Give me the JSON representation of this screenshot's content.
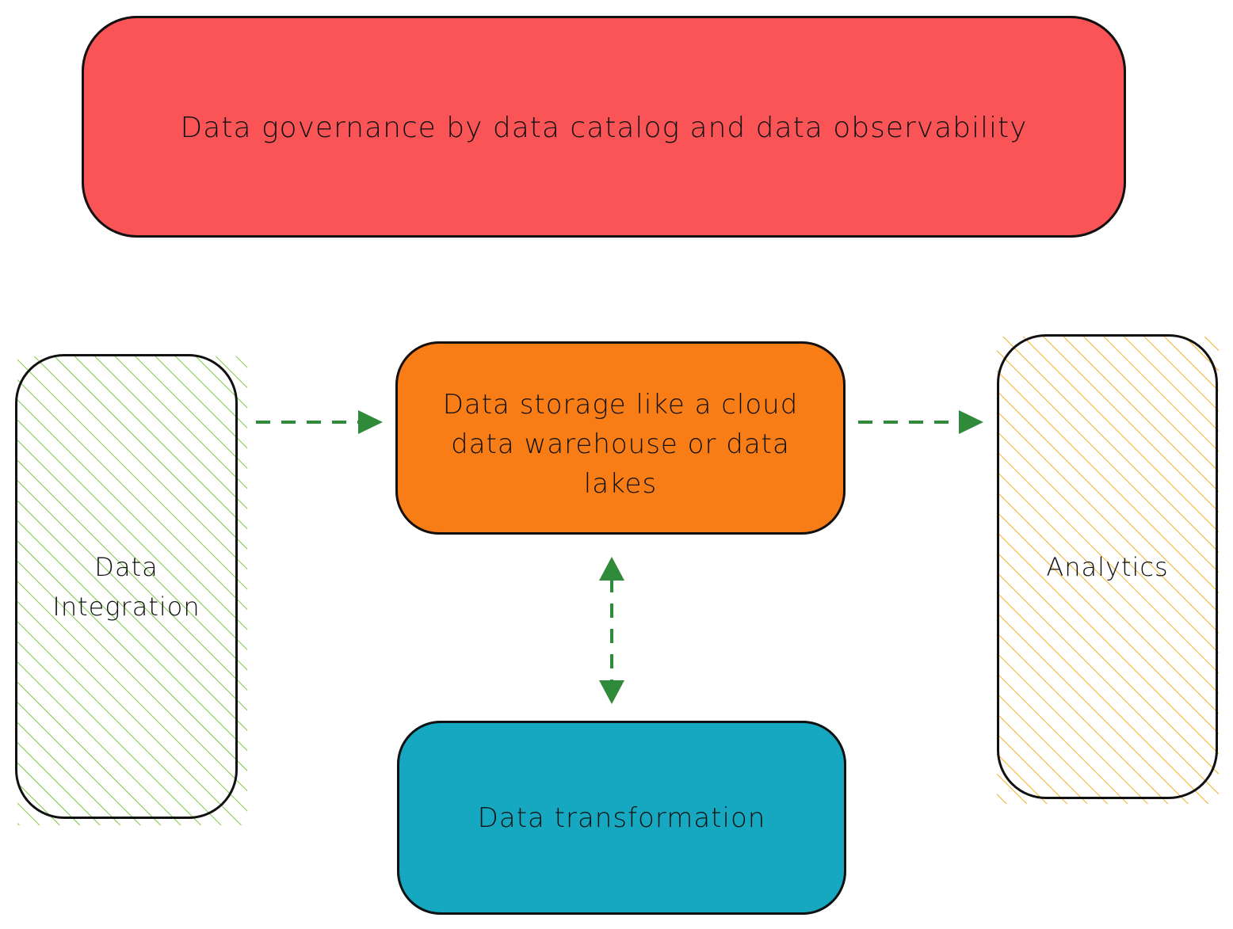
{
  "colors": {
    "governance_fill": "#fa5457",
    "storage_fill": "#f97d16",
    "transformation_fill": "#16a8c0",
    "integration_hatch": "#7ac943",
    "analytics_hatch": "#f0b128",
    "arrow": "#2f8a3a",
    "stroke": "#111111"
  },
  "boxes": {
    "governance": {
      "label": "Data governance by data catalog and data observability"
    },
    "storage": {
      "label_line1": "Data storage like a cloud",
      "label_line2": "data warehouse or data",
      "label_line3": "lakes"
    },
    "transformation": {
      "label": "Data transformation"
    },
    "integration": {
      "label_line1": "Data",
      "label_line2": "Integration"
    },
    "analytics": {
      "label": "Analytics"
    }
  },
  "edges": [
    {
      "from": "Data Integration",
      "to": "Data storage",
      "style": "dashed",
      "direction": "forward"
    },
    {
      "from": "Data storage",
      "to": "Analytics",
      "style": "dashed",
      "direction": "forward"
    },
    {
      "from": "Data storage",
      "to": "Data transformation",
      "style": "dashed",
      "direction": "both"
    }
  ]
}
